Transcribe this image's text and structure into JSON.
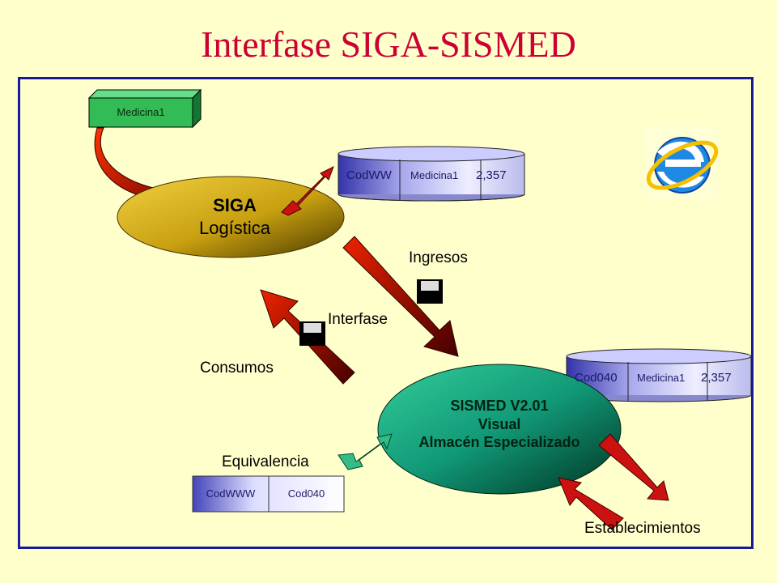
{
  "title": "Interfase SIGA-SISMED",
  "medicina_box": "Medicina1",
  "siga": {
    "line1": "SIGA",
    "line2": "Logística"
  },
  "sismed": {
    "line1": "SISMED V2.01",
    "line2": "Visual",
    "line3": "Almacén Especializado"
  },
  "db_siga": {
    "code": "CodWW",
    "item": "Medicina1",
    "value": "2,357"
  },
  "db_sismed": {
    "code": "Cod040",
    "item": "Medicina1",
    "value": "2,357"
  },
  "equivalencia_table": {
    "col1": "CodWWW",
    "col2": "Cod040"
  },
  "labels": {
    "ingresos": "Ingresos",
    "interfase": "Interfase",
    "consumos": "Consumos",
    "equivalencia": "Equivalencia",
    "establecimientos": "Establecimientos"
  },
  "icons": [
    "browser-icon",
    "floppy-disk-icon",
    "floppy-disk-icon"
  ]
}
